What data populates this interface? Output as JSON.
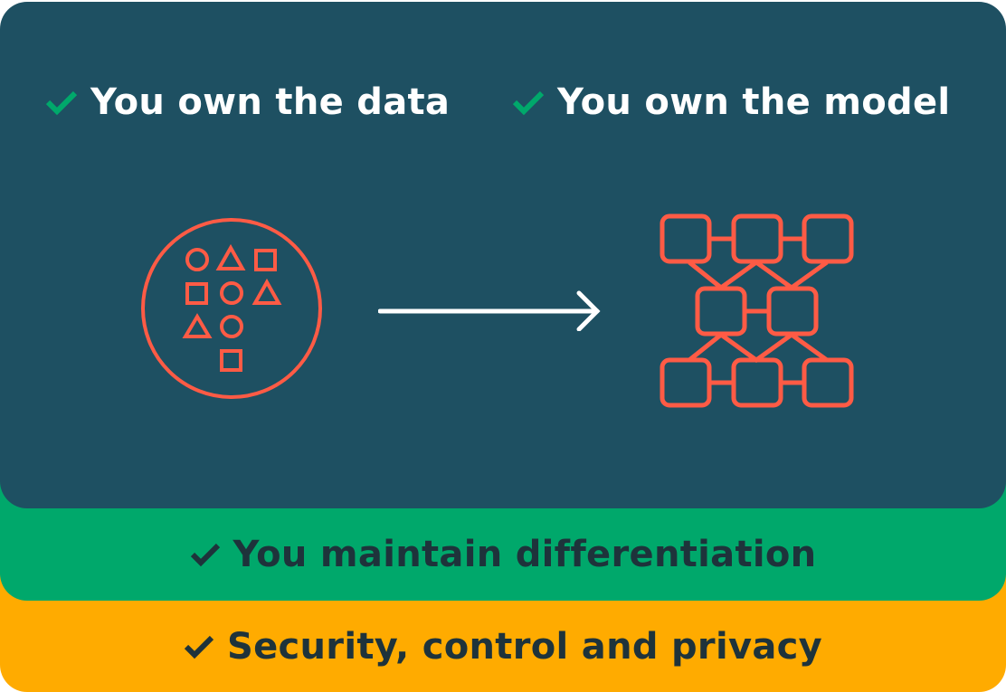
{
  "colors": {
    "dark_panel": "#1E5062",
    "green_panel": "#00A86B",
    "yellow_panel": "#FFAB00",
    "accent_icon": "#FF5B45",
    "check_green": "#00A86B",
    "text_dark": "#1E333B",
    "text_light": "#FFFFFF"
  },
  "top": {
    "left_label": "You own the data",
    "right_label": "You own the model",
    "data_icon": "shapes-in-circle-icon",
    "arrow_icon": "arrow-right-icon",
    "model_icon": "neural-network-icon"
  },
  "middle": {
    "label": "You maintain differentiation"
  },
  "bottom": {
    "label": "Security, control and privacy"
  }
}
